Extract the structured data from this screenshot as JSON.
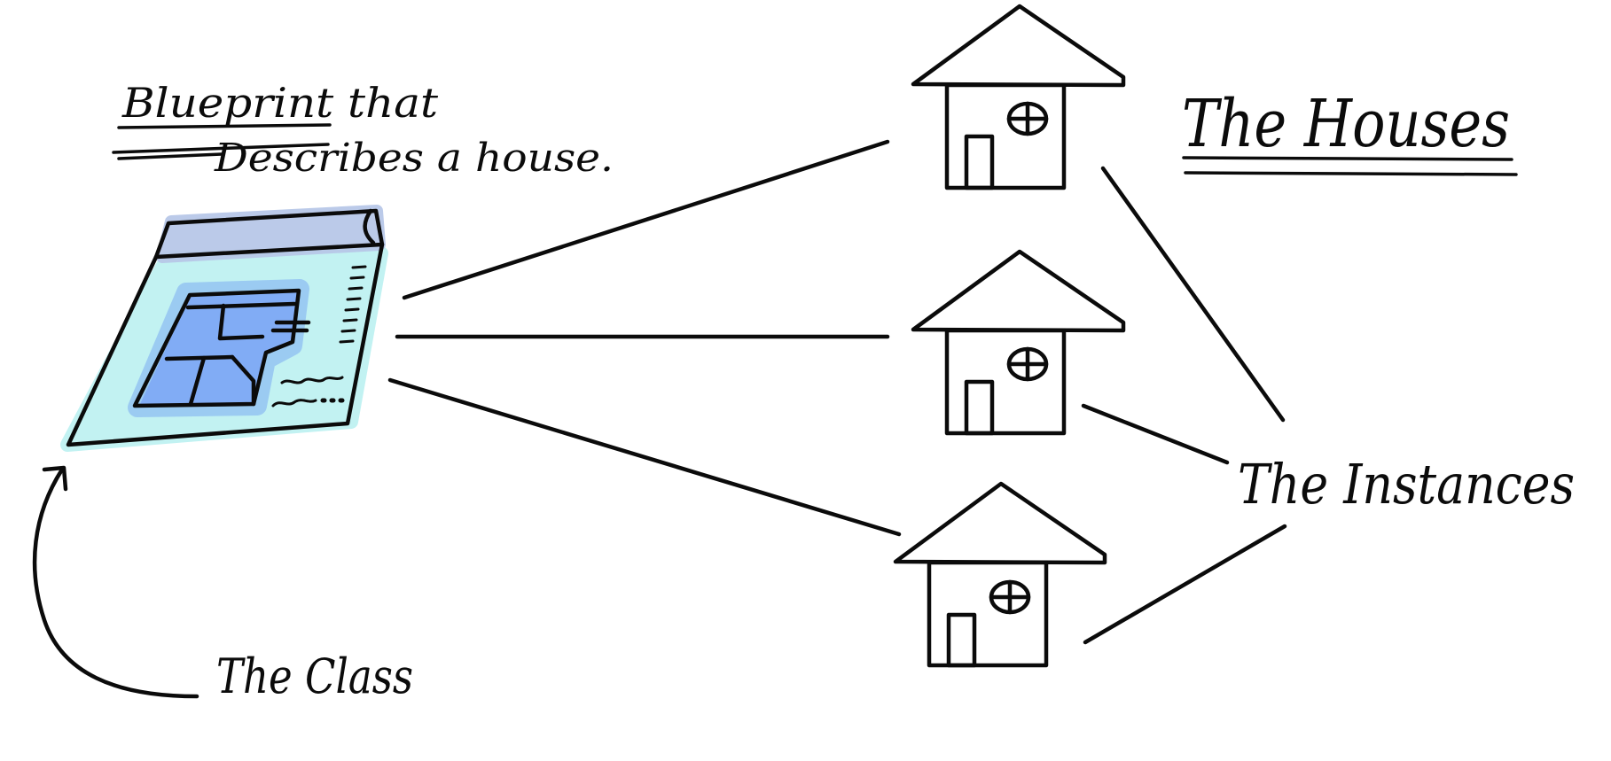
{
  "labels": {
    "blueprint_line1": "Blueprint that",
    "blueprint_line2": "Describes a house.",
    "houses_title": "The Houses",
    "instances": "The Instances",
    "class": "The Class"
  },
  "colors": {
    "ink": "#0b0b0b",
    "blueprint_sheet": "#b3eff0",
    "blueprint_header": "#b8c8e8",
    "blueprint_plan": "#7ea8f5",
    "blueprint_plan_glow": "#6d9cf3"
  }
}
